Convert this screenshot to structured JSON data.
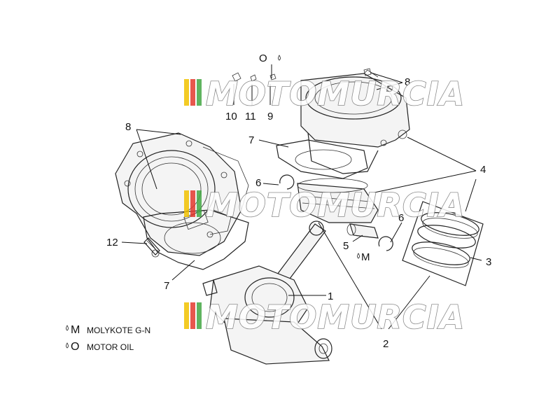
{
  "diagram": {
    "callouts": {
      "o_top": "O",
      "n10": "10",
      "n11": "11",
      "n9": "9",
      "n8_right": "8",
      "n8_left": "8",
      "n7_upper": "7",
      "n4": "4",
      "n6_left": "6",
      "n6_right": "6",
      "n12": "12",
      "n5": "5",
      "m_small": "M",
      "n3": "3",
      "n7_lower": "7",
      "n1": "1",
      "n2": "2"
    },
    "legend": [
      {
        "symbol": "M",
        "text": "MOLYKOTE G-N"
      },
      {
        "symbol": "O",
        "text": "MOTOR OIL"
      }
    ],
    "watermark": {
      "text": "MOTOMURCIA",
      "stripe_colors": [
        "#f2c200",
        "#e43a2f",
        "#45a845"
      ]
    },
    "icons": [
      "drop-icon"
    ]
  }
}
